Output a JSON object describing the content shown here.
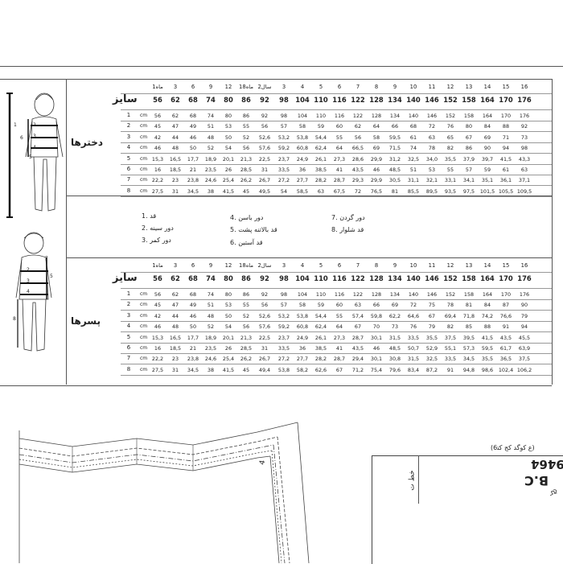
{
  "girls": {
    "label": "دخترها",
    "size_label": "سایز",
    "unit": "cm",
    "age_header": [
      "ماه1",
      "3",
      "6",
      "9",
      "12",
      "ماه18",
      "سال2",
      "3",
      "4",
      "5",
      "6",
      "7",
      "8",
      "9",
      "10",
      "11",
      "12",
      "13",
      "14",
      "15",
      "16"
    ],
    "size_row": [
      "56",
      "62",
      "68",
      "74",
      "80",
      "86",
      "92",
      "98",
      "104",
      "110",
      "116",
      "122",
      "128",
      "134",
      "140",
      "146",
      "152",
      "158",
      "164",
      "170",
      "176"
    ],
    "rows": [
      {
        "n": "1",
        "values": [
          "56",
          "62",
          "68",
          "74",
          "80",
          "86",
          "92",
          "98",
          "104",
          "110",
          "116",
          "122",
          "128",
          "134",
          "140",
          "146",
          "152",
          "158",
          "164",
          "170",
          "176"
        ]
      },
      {
        "n": "2",
        "values": [
          "45",
          "47",
          "49",
          "51",
          "53",
          "55",
          "56",
          "57",
          "58",
          "59",
          "60",
          "62",
          "64",
          "66",
          "68",
          "72",
          "76",
          "80",
          "84",
          "88",
          "92"
        ]
      },
      {
        "n": "3",
        "values": [
          "42",
          "44",
          "46",
          "48",
          "50",
          "52",
          "52,6",
          "53,2",
          "53,8",
          "54,4",
          "55",
          "56",
          "58",
          "59,5",
          "61",
          "63",
          "65",
          "67",
          "69",
          "71",
          "73"
        ]
      },
      {
        "n": "4",
        "values": [
          "46",
          "48",
          "50",
          "52",
          "54",
          "56",
          "57,6",
          "59,2",
          "60,8",
          "62,4",
          "64",
          "66,5",
          "69",
          "71,5",
          "74",
          "78",
          "82",
          "86",
          "90",
          "94",
          "98"
        ]
      },
      {
        "n": "5",
        "values": [
          "15,3",
          "16,5",
          "17,7",
          "18,9",
          "20,1",
          "21,3",
          "22,5",
          "23,7",
          "24,9",
          "26,1",
          "27,3",
          "28,6",
          "29,9",
          "31,2",
          "32,5",
          "34,0",
          "35,5",
          "37,9",
          "39,7",
          "41,5",
          "43,3"
        ]
      },
      {
        "n": "6",
        "values": [
          "16",
          "18,5",
          "21",
          "23,5",
          "26",
          "28,5",
          "31",
          "33,5",
          "36",
          "38,5",
          "41",
          "43,5",
          "46",
          "48,5",
          "51",
          "53",
          "55",
          "57",
          "59",
          "61",
          "63"
        ]
      },
      {
        "n": "7",
        "values": [
          "22,2",
          "23",
          "23,8",
          "24,6",
          "25,4",
          "26,2",
          "26,7",
          "27,2",
          "27,7",
          "28,2",
          "28,7",
          "29,3",
          "29,9",
          "30,5",
          "31,1",
          "32,1",
          "33,1",
          "34,1",
          "35,1",
          "36,1",
          "37,1"
        ]
      },
      {
        "n": "8",
        "values": [
          "27,5",
          "31",
          "34,5",
          "38",
          "41,5",
          "45",
          "49,5",
          "54",
          "58,5",
          "63",
          "67,5",
          "72",
          "76,5",
          "81",
          "85,5",
          "89,5",
          "93,5",
          "97,5",
          "101,5",
          "105,5",
          "109,5"
        ]
      }
    ]
  },
  "boys": {
    "label": "پسرها",
    "size_label": "سایز",
    "unit": "cm",
    "age_header": [
      "ماه1",
      "3",
      "6",
      "9",
      "12",
      "ماه18",
      "سال2",
      "3",
      "4",
      "5",
      "6",
      "7",
      "8",
      "9",
      "10",
      "11",
      "12",
      "13",
      "14",
      "15",
      "16"
    ],
    "size_row": [
      "56",
      "62",
      "68",
      "74",
      "80",
      "86",
      "92",
      "98",
      "104",
      "110",
      "116",
      "122",
      "128",
      "134",
      "140",
      "146",
      "152",
      "158",
      "164",
      "170",
      "176"
    ],
    "rows": [
      {
        "n": "1",
        "values": [
          "56",
          "62",
          "68",
          "74",
          "80",
          "86",
          "92",
          "98",
          "104",
          "110",
          "116",
          "122",
          "128",
          "134",
          "140",
          "146",
          "152",
          "158",
          "164",
          "170",
          "176"
        ]
      },
      {
        "n": "2",
        "values": [
          "45",
          "47",
          "49",
          "51",
          "53",
          "55",
          "56",
          "57",
          "58",
          "59",
          "60",
          "63",
          "66",
          "69",
          "72",
          "75",
          "78",
          "81",
          "84",
          "87",
          "90"
        ]
      },
      {
        "n": "3",
        "values": [
          "42",
          "44",
          "46",
          "48",
          "50",
          "52",
          "52,6",
          "53,2",
          "53,8",
          "54,4",
          "55",
          "57,4",
          "59,8",
          "62,2",
          "64,6",
          "67",
          "69,4",
          "71,8",
          "74,2",
          "76,6",
          "79"
        ]
      },
      {
        "n": "4",
        "values": [
          "46",
          "48",
          "50",
          "52",
          "54",
          "56",
          "57,6",
          "59,2",
          "60,8",
          "62,4",
          "64",
          "67",
          "70",
          "73",
          "76",
          "79",
          "82",
          "85",
          "88",
          "91",
          "94"
        ]
      },
      {
        "n": "5",
        "values": [
          "15,3",
          "16,5",
          "17,7",
          "18,9",
          "20,1",
          "21,3",
          "22,5",
          "23,7",
          "24,9",
          "26,1",
          "27,3",
          "28,7",
          "30,1",
          "31,5",
          "33,5",
          "35,5",
          "37,5",
          "39,5",
          "41,5",
          "43,5",
          "45,5"
        ]
      },
      {
        "n": "6",
        "values": [
          "16",
          "18,5",
          "21",
          "23,5",
          "26",
          "28,5",
          "31",
          "33,5",
          "36",
          "38,5",
          "41",
          "43,5",
          "46",
          "48,5",
          "50,7",
          "52,9",
          "55,1",
          "57,3",
          "59,5",
          "61,7",
          "63,9"
        ]
      },
      {
        "n": "7",
        "values": [
          "22,2",
          "23",
          "23,8",
          "24,6",
          "25,4",
          "26,2",
          "26,7",
          "27,2",
          "27,7",
          "28,2",
          "28,7",
          "29,4",
          "30,1",
          "30,8",
          "31,5",
          "32,5",
          "33,5",
          "34,5",
          "35,5",
          "36,5",
          "37,5"
        ]
      },
      {
        "n": "8",
        "values": [
          "27,5",
          "31",
          "34,5",
          "38",
          "41,5",
          "45",
          "49,4",
          "53,8",
          "58,2",
          "62,6",
          "67",
          "71,2",
          "75,4",
          "79,6",
          "83,4",
          "87,2",
          "91",
          "94,8",
          "98,6",
          "102,4",
          "106,2"
        ]
      }
    ]
  },
  "legend": {
    "col1": [
      "1. قد",
      "2. دور سینه",
      "3. دور کمر"
    ],
    "col2": [
      "4. دور باسن",
      "5. قد بالاتنه پشت",
      "6. قد آستین"
    ],
    "col3": [
      "7. دور گردن",
      "8. قد شلوار"
    ]
  },
  "figure_numbers": {
    "girl": [
      "1",
      "6",
      "2",
      "3",
      "4",
      "5"
    ],
    "boy": [
      "7",
      "2",
      "3",
      "4",
      "5",
      "8"
    ]
  },
  "pattern_fragment": {
    "code": "9464",
    "brand": "B.C",
    "side_text": "خط ت",
    "top_text": "(6ع ﮐﻭﮔﺪ ﮐﺞ ﮐﺘ)",
    "sub_text": "ﮐﺞ",
    "marker": "4"
  }
}
